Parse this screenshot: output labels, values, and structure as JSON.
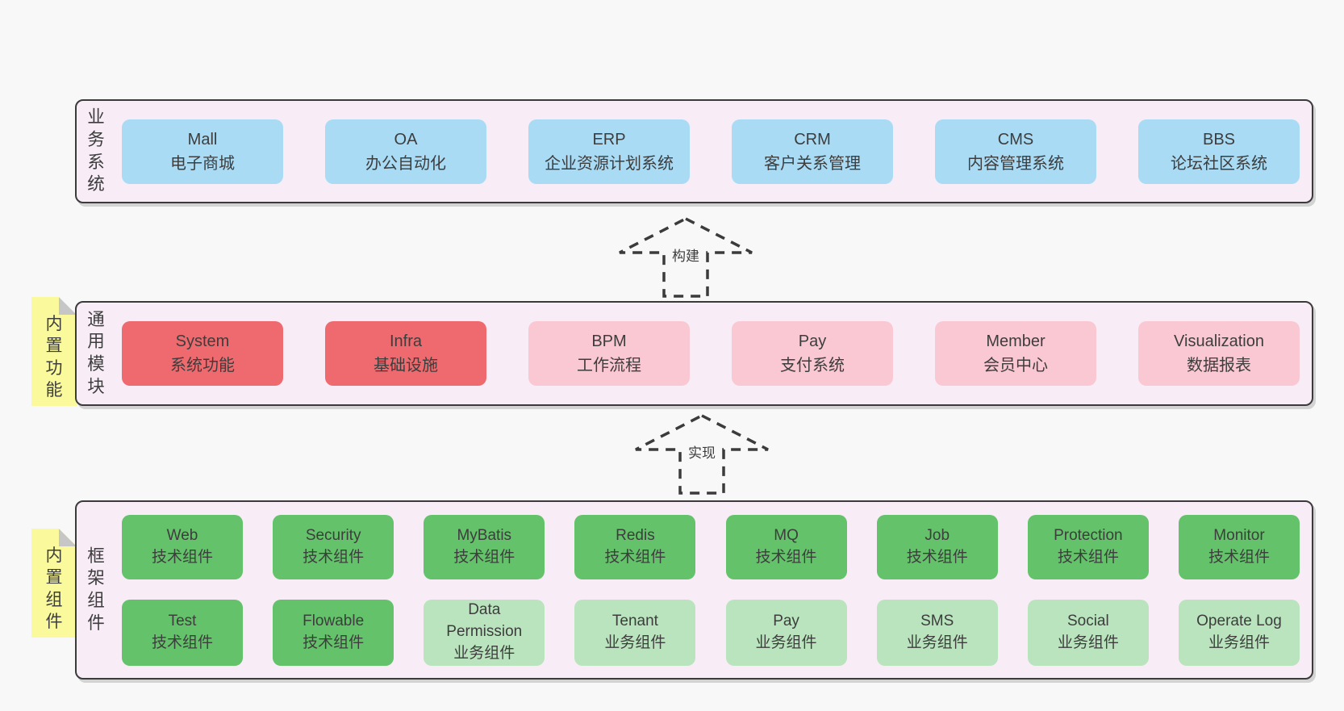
{
  "colors": {
    "page_background": "#f8f8f8",
    "panel_fill": "#f8edf6",
    "panel_border": "#3b3b3b",
    "business_box": "#a9dbf5",
    "core_module_box": "#ef6a6e",
    "optional_module_box": "#fac8d3",
    "tech_component_box": "#64c26a",
    "biz_component_box": "#b9e4bd",
    "sticky_note": "#fafa9d",
    "text": "#3d3d3d"
  },
  "panels": {
    "business": {
      "label": "业务系统",
      "boxes": [
        {
          "title": "Mall",
          "subtitle": "电子商城"
        },
        {
          "title": "OA",
          "subtitle": "办公自动化"
        },
        {
          "title": "ERP",
          "subtitle": "企业资源计划系统"
        },
        {
          "title": "CRM",
          "subtitle": "客户关系管理"
        },
        {
          "title": "CMS",
          "subtitle": "内容管理系统"
        },
        {
          "title": "BBS",
          "subtitle": "论坛社区系统"
        }
      ]
    },
    "modules": {
      "label": "通用模块",
      "sticky": "内置功能",
      "boxes": [
        {
          "title": "System",
          "subtitle": "系统功能"
        },
        {
          "title": "Infra",
          "subtitle": "基础设施"
        },
        {
          "title": "BPM",
          "subtitle": "工作流程"
        },
        {
          "title": "Pay",
          "subtitle": "支付系统"
        },
        {
          "title": "Member",
          "subtitle": "会员中心"
        },
        {
          "title": "Visualization",
          "subtitle": "数据报表"
        }
      ]
    },
    "framework": {
      "label": "框架组件",
      "sticky": "内置组件",
      "row1": [
        {
          "title": "Web",
          "subtitle": "技术组件"
        },
        {
          "title": "Security",
          "subtitle": "技术组件"
        },
        {
          "title": "MyBatis",
          "subtitle": "技术组件"
        },
        {
          "title": "Redis",
          "subtitle": "技术组件"
        },
        {
          "title": "MQ",
          "subtitle": "技术组件"
        },
        {
          "title": "Job",
          "subtitle": "技术组件"
        },
        {
          "title": "Protection",
          "subtitle": "技术组件"
        },
        {
          "title": "Monitor",
          "subtitle": "技术组件"
        }
      ],
      "row2": [
        {
          "title": "Test",
          "subtitle": "技术组件"
        },
        {
          "title": "Flowable",
          "subtitle": "技术组件"
        },
        {
          "title": "Data Permission",
          "subtitle": "业务组件"
        },
        {
          "title": "Tenant",
          "subtitle": "业务组件"
        },
        {
          "title": "Pay",
          "subtitle": "业务组件"
        },
        {
          "title": "SMS",
          "subtitle": "业务组件"
        },
        {
          "title": "Social",
          "subtitle": "业务组件"
        },
        {
          "title": "Operate Log",
          "subtitle": "业务组件"
        }
      ]
    }
  },
  "arrows": [
    {
      "label": "构建"
    },
    {
      "label": "实现"
    }
  ]
}
